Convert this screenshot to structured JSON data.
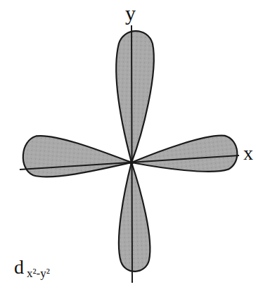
{
  "diagram": {
    "labels": [
      "y",
      "x",
      "d",
      "x²-y²"
    ]
  }
}
